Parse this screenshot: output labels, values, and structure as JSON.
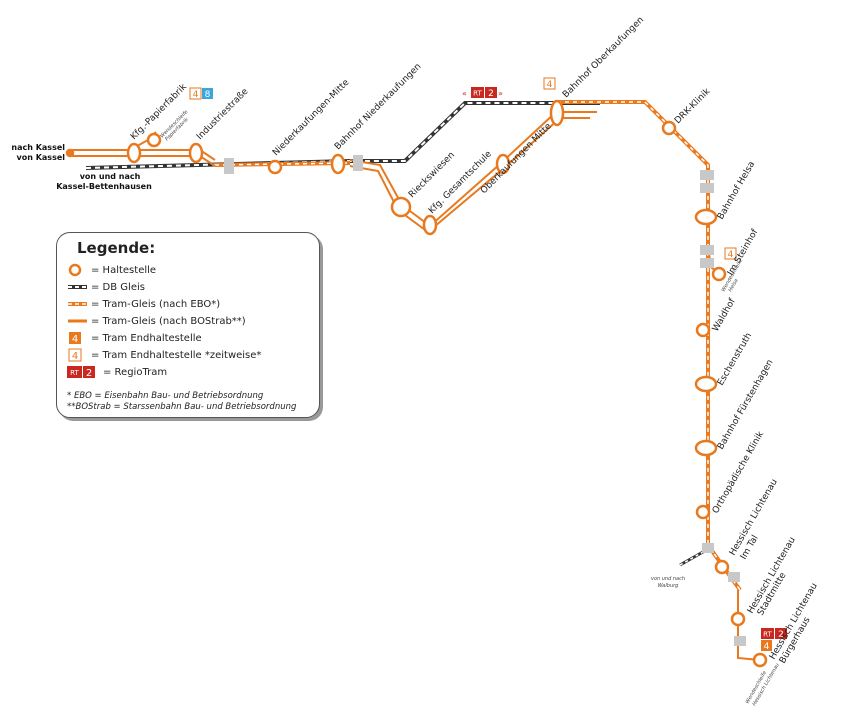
{
  "colors": {
    "tram": "#e8791e",
    "db": "#333333",
    "regio": "#c8281e",
    "grey": "#c8c8c8",
    "blue": "#3aa6dd"
  },
  "badges": {
    "b4": "4",
    "b8": "8",
    "rt": "RT",
    "two": "2"
  },
  "terminal": {
    "line1": "nach Kassel",
    "line2": "von Kassel",
    "db_line1": "von und nach",
    "db_line2": "Kassel-Bettenhausen"
  },
  "stations": {
    "papierfabrik": "Kfg.-Papierfabrik",
    "papierfabrik_note1": "Wendeschleife",
    "papierfabrik_note2": "Papierfabrik",
    "industrie": "Industriestraße",
    "niederk_mitte": "Niederkaufungen-Mitte",
    "bf_niederk": "Bahnhof Niederkaufungen",
    "rieckswiesen": "Rieckswiesen",
    "gesamtschule": "Kfg. Gesamtschule",
    "oberk_mitte": "Oberkaufungen Mitte",
    "bf_oberk": "Bahnhof Oberkaufungen",
    "drk": "DRK-Klinik",
    "helsa": "Bahnhof Helsa",
    "steinhof": "Im Steinhof",
    "steinhof_note1": "Wendeschleife",
    "steinhof_note2": "Helsa",
    "waldhof": "Waldhof",
    "eschenstruth": "Eschenstruth",
    "fuerstenhagen": "Bahnhof Fürstenhagen",
    "orthopaedie": "Orthopädische Klinik",
    "tal_1": "Hessisch Lichtenau",
    "tal_2": "Im Tal",
    "walburg_1": "von und nach",
    "walburg_2": "Walburg",
    "stadtmitte_1": "Hessisch Lichtenau",
    "stadtmitte_2": "Stadtmitte",
    "buergerhaus_1": "Hessisch Lichtenau",
    "buergerhaus_2": "Bürgerhaus",
    "buerger_note1": "Wendeschleife",
    "buerger_note2": "Hessisch Lichtenau"
  },
  "legend": {
    "title": "Legende:",
    "items": [
      {
        "symbol": "stop",
        "label": "= Haltestelle"
      },
      {
        "symbol": "db",
        "label": "= DB Gleis"
      },
      {
        "symbol": "ebo",
        "label": "= Tram-Gleis (nach EBO*)"
      },
      {
        "symbol": "bostrab",
        "label": "= Tram-Gleis (nach BOStrab**)"
      },
      {
        "symbol": "end",
        "label": "= Tram Endhaltestelle"
      },
      {
        "symbol": "end_tmp",
        "label": "= Tram Endhaltestelle *zeitweise*"
      },
      {
        "symbol": "regio",
        "label": "= RegioTram"
      }
    ],
    "note1": "* EBO = Eisenbahn Bau- und Betriebsordnung",
    "note2": "**BOStrab = Starssenbahn Bau- und Betriebsordnung"
  }
}
